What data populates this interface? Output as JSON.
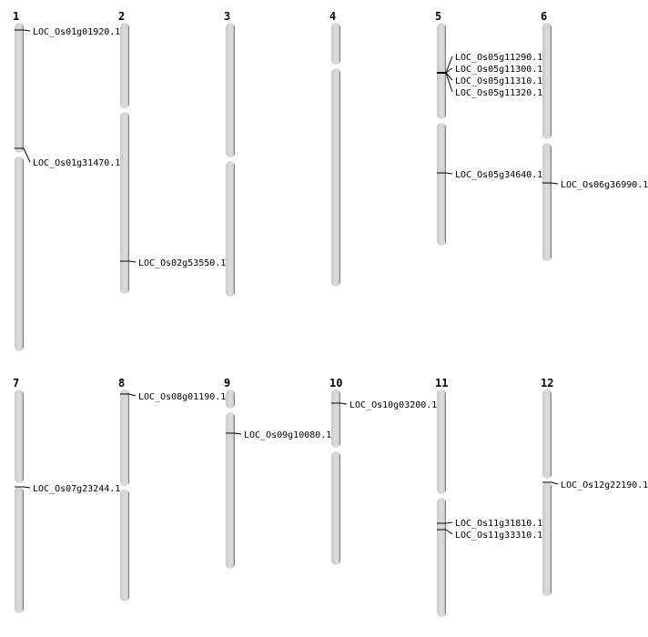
{
  "chromosomes": [
    {
      "name": "1",
      "genes": [
        "LOC_Os01g01920.1",
        "LOC_Os01g31470.1"
      ]
    },
    {
      "name": "2",
      "genes": [
        "LOC_Os02g53550.1"
      ]
    },
    {
      "name": "3",
      "genes": []
    },
    {
      "name": "4",
      "genes": []
    },
    {
      "name": "5",
      "genes": [
        "LOC_Os05g11290.1",
        "LOC_Os05g11300.1",
        "LOC_Os05g11310.1",
        "LOC_Os05g11320.1",
        "LOC_Os05g34640.1"
      ]
    },
    {
      "name": "6",
      "genes": [
        "LOC_Os06g36990.1"
      ]
    },
    {
      "name": "7",
      "genes": [
        "LOC_Os07g23244.1"
      ]
    },
    {
      "name": "8",
      "genes": [
        "LOC_Os08g01190.1"
      ]
    },
    {
      "name": "9",
      "genes": [
        "LOC_Os09g10080.1"
      ]
    },
    {
      "name": "10",
      "genes": [
        "LOC_Os10g03200.1"
      ]
    },
    {
      "name": "11",
      "genes": [
        "LOC_Os11g31810.1",
        "LOC_Os11g33310.1"
      ]
    },
    {
      "name": "12",
      "genes": [
        "LOC_Os12g22190.1"
      ]
    }
  ]
}
